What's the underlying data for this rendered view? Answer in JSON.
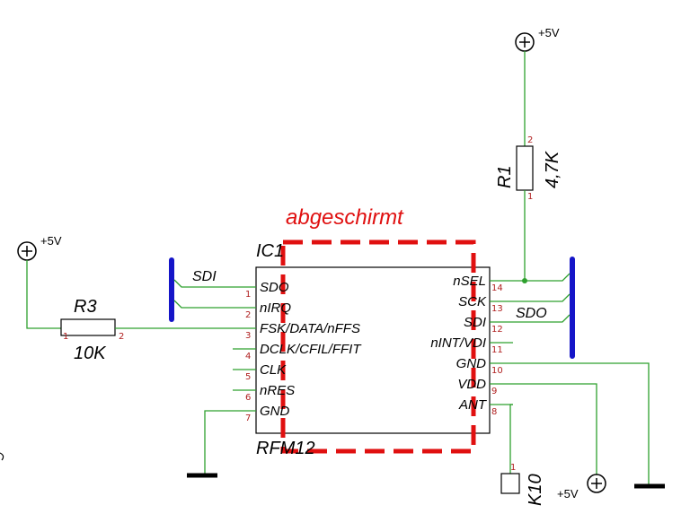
{
  "shield": {
    "label": "abgeschirmt",
    "color": "#e01010"
  },
  "ic": {
    "ref": "IC1",
    "part": "RFM12",
    "left_pins": [
      {
        "num": "1",
        "label": "SDO"
      },
      {
        "num": "2",
        "label": "nIRQ"
      },
      {
        "num": "3",
        "label": "FSK/DATA/nFFS"
      },
      {
        "num": "4",
        "label": "DCLK/CFIL/FFIT"
      },
      {
        "num": "5",
        "label": "CLK"
      },
      {
        "num": "6",
        "label": "nRES"
      },
      {
        "num": "7",
        "label": "GND"
      }
    ],
    "right_pins": [
      {
        "num": "14",
        "label": "nSEL"
      },
      {
        "num": "13",
        "label": "SCK"
      },
      {
        "num": "12",
        "label": "SDI"
      },
      {
        "num": "11",
        "label": "nINT/VDI"
      },
      {
        "num": "10",
        "label": "GND"
      },
      {
        "num": "9",
        "label": "VDD"
      },
      {
        "num": "8",
        "label": "ANT"
      }
    ]
  },
  "r3": {
    "ref": "R3",
    "value": "10K",
    "pin1": "1",
    "pin2": "2"
  },
  "r1": {
    "ref": "R1",
    "value": "4,7K",
    "pin1": "1",
    "pin2": "2"
  },
  "k10": {
    "ref": "K10",
    "pin": "1"
  },
  "bus_left": {
    "label": "SDI"
  },
  "bus_right": {
    "label": "SDO"
  },
  "supplies": {
    "left": "+5V",
    "top": "+5V",
    "bottom": "+5V"
  },
  "colors": {
    "wire": "#2ea02e",
    "bus": "#1515c8",
    "pin_number": "#b02020",
    "shield": "#e01010"
  }
}
